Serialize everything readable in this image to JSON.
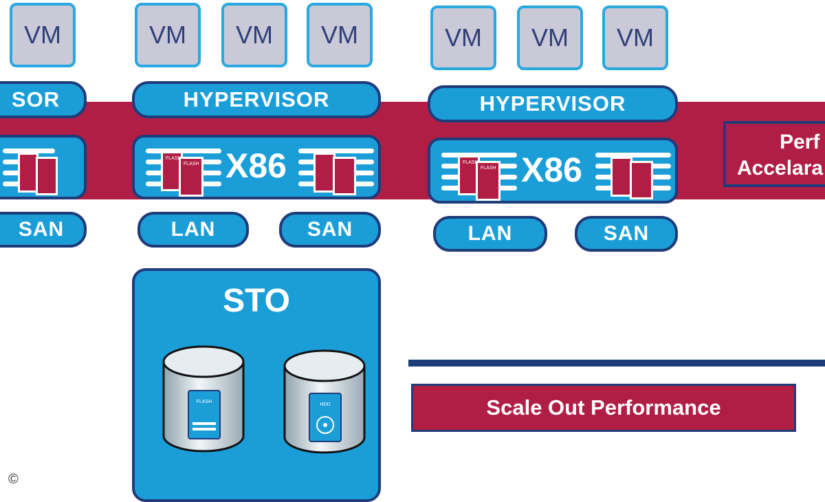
{
  "labels": {
    "vm": "VM",
    "hypervisor": "HYPERVISOR",
    "hypervisor_partial": "SOR",
    "x86": "X86",
    "lan": "LAN",
    "san": "SAN",
    "storage_title": "STO",
    "flash": "FLASH",
    "hdd": "HDD",
    "perf_line1": "Perf",
    "perf_line2": "Accelara",
    "scale_out": "Scale Out Performance",
    "copyright": "©"
  },
  "colors": {
    "band": "#b01e45",
    "box": "#1b9ed8",
    "border": "#1e3b7a",
    "vm_fill": "#c9c9d8",
    "vm_border": "#29a8e0"
  }
}
